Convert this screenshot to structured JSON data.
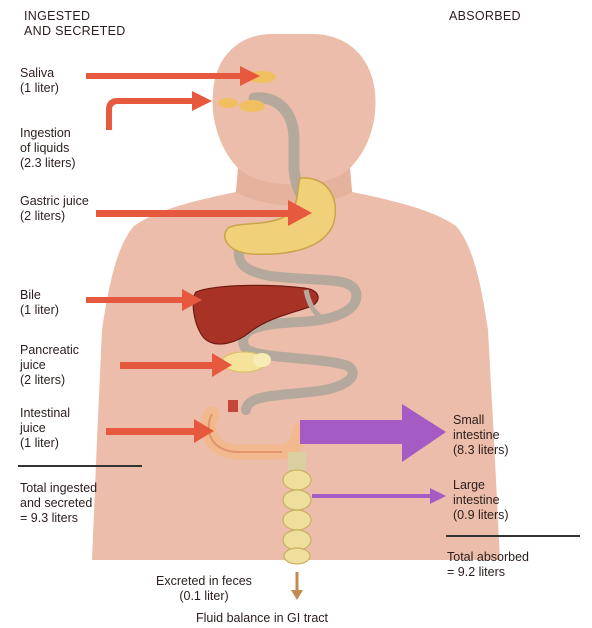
{
  "header": {
    "left_heading": "INGESTED\nAND SECRETED",
    "right_heading": "ABSORBED"
  },
  "inputs": [
    {
      "label": "Saliva\n(1 liter)"
    },
    {
      "label": "Ingestion\nof liquids\n(2.3 liters)"
    },
    {
      "label": "Gastric juice\n(2 liters)"
    },
    {
      "label": "Bile\n(1 liter)"
    },
    {
      "label": "Pancreatic\njuice\n(2 liters)"
    },
    {
      "label": "Intestinal\njuice\n(1 liter)"
    }
  ],
  "outputs": [
    {
      "label": "Small\nintestine\n(8.3 liters)"
    },
    {
      "label": "Large\nintestine\n(0.9 liters)"
    }
  ],
  "totals": {
    "ingested": "Total ingested\nand secreted\n= 9.3 liters",
    "absorbed": "Total absorbed\n= 9.2 liters"
  },
  "feces": "Excreted in feces\n(0.1 liter)",
  "caption": "Fluid balance in GI tract",
  "colors": {
    "body": "#ecbdaa",
    "tract": "#b5a99d",
    "input_arrow": "#e7593e",
    "absorb_arrow": "#a45bc4",
    "liver": "#a83226",
    "stomach": "#f0d078"
  }
}
